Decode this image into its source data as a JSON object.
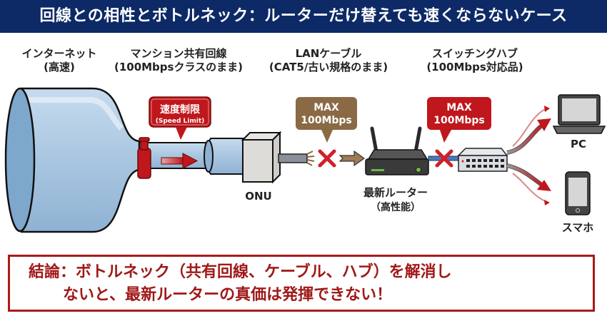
{
  "title": "回線との相性とボトルネック：ルーターだけ替えても速くならないケース",
  "stages": [
    {
      "name": "インターネット",
      "note": "(高速)"
    },
    {
      "name": "マンション共有回線",
      "note": "(100Mbpsクラスのまま)"
    },
    {
      "name": "LANケーブル",
      "note": "(CAT5/古い規格のまま)"
    },
    {
      "name": "スイッチングハブ",
      "note": "(100Mbps対応品)"
    }
  ],
  "callouts": {
    "speed_limit": {
      "line1": "速度制限",
      "line2": "(Speed Limit)",
      "color": "#c0171c"
    },
    "cable_max": {
      "line1": "MAX",
      "line2": "100Mbps",
      "color": "#8a6a45"
    },
    "hub_max": {
      "line1": "MAX",
      "line2": "100Mbps",
      "color": "#c0171c"
    }
  },
  "devices": {
    "onu": "ONU",
    "router": {
      "name": "最新ルーター",
      "note": "（高性能）"
    },
    "pc": "PC",
    "phone": "スマホ"
  },
  "conclusion": {
    "line1": "結論：ボトルネック（共有回線、ケーブル、ハブ）を解消し",
    "line2": "ないと、最新ルーターの真価は発揮できない！",
    "color": "#a01818"
  },
  "colors": {
    "title_bg": "#0d2a66",
    "pipe": "#a9c6e0",
    "bottleneck_red": "#c0171c",
    "x_mark": "#d0202a"
  }
}
